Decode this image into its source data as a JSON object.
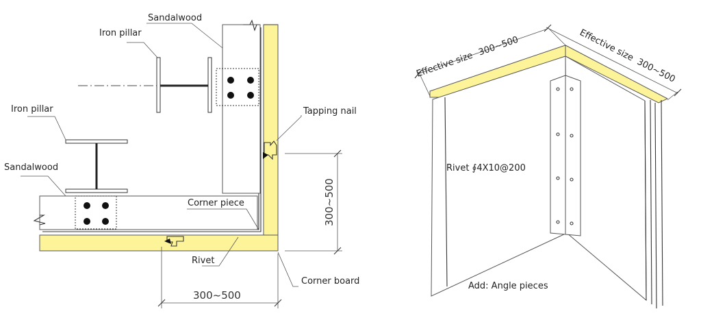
{
  "left_detail": {
    "labels": {
      "sandalwood_top": "Sandalwood",
      "iron_pillar_top": "Iron pillar",
      "iron_pillar_left": "Iron pillar",
      "sandalwood_left": "Sandalwood",
      "tapping_nail": "Tapping nail",
      "corner_piece": "Corner piece",
      "rivet": "Rivet",
      "corner_board": "Corner board"
    },
    "dimensions": {
      "vertical": "300~500",
      "horizontal": "300~500"
    }
  },
  "right_detail": {
    "labels": {
      "effective_size_left": "Effective size",
      "effective_size_left_value": "300~500",
      "effective_size_right": "Effective size",
      "effective_size_right_value": "300~500",
      "rivet_spec": "Rivet ∮4X10@200",
      "add_angle_pieces": "Add: Angle pieces"
    }
  },
  "colors": {
    "panel_fill": "#fdf49a",
    "line": "#333333"
  }
}
